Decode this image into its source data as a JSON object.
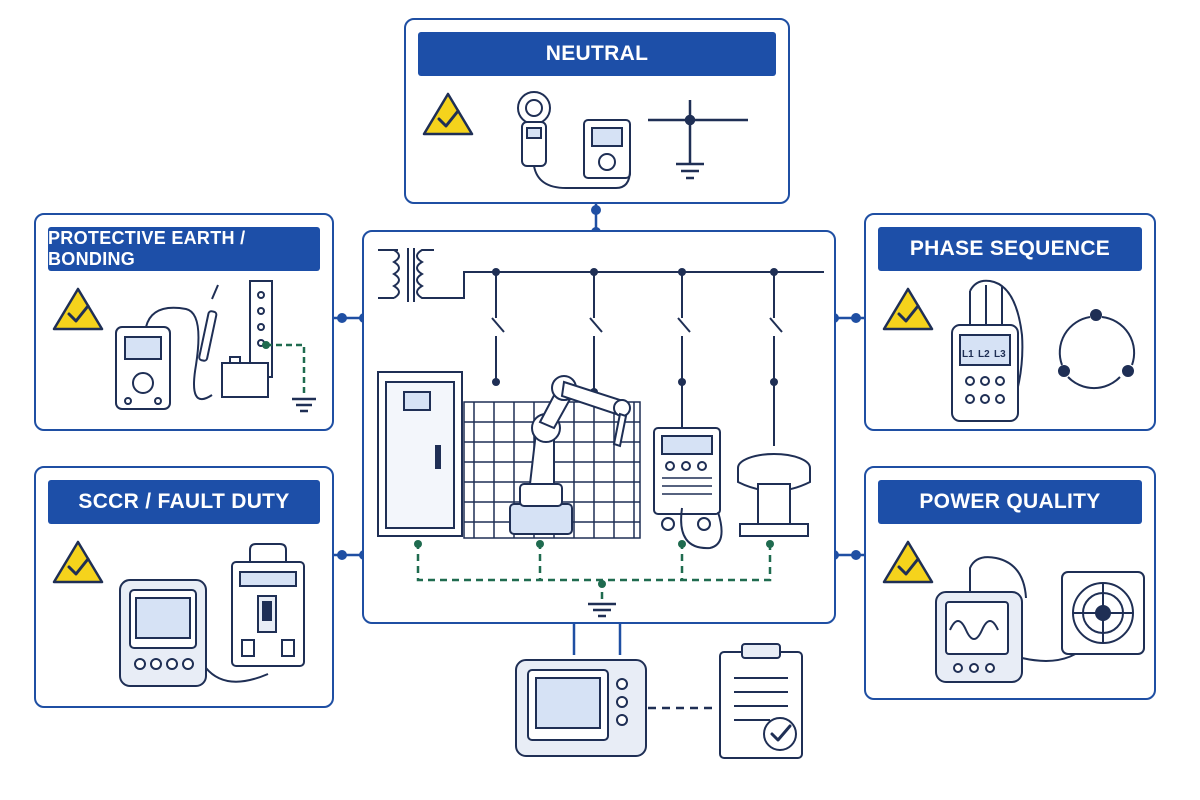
{
  "panels": {
    "neutral": {
      "title": "NEUTRAL"
    },
    "protective_earth": {
      "title": "PROTECTIVE EARTH / BONDING"
    },
    "sccr": {
      "title": "SCCR / FAULT DUTY"
    },
    "phase_sequence": {
      "title": "PHASE SEQUENCE",
      "meter_labels": [
        "L1",
        "L2",
        "L3"
      ]
    },
    "power_quality": {
      "title": "POWER QUALITY"
    }
  },
  "icons": {
    "warning": "warning-check-icon",
    "ground": "ground-symbol-icon"
  },
  "colors": {
    "primary_blue": "#1d4fa8",
    "line_dark": "#1f2f55",
    "warning_yellow": "#f5d31c",
    "ground_green": "#1f6b4f"
  }
}
